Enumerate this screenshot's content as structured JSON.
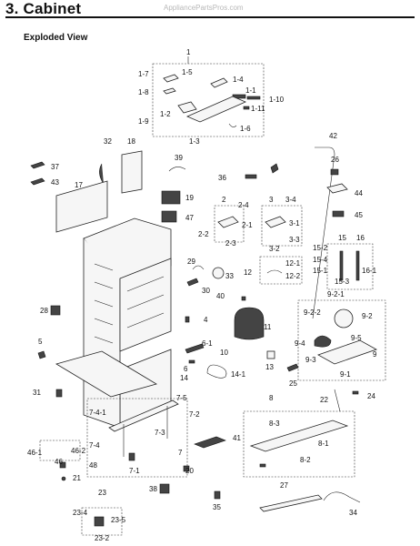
{
  "header": {
    "title": "3.  Cabinet",
    "watermark": "AppliancePartsPros.com"
  },
  "section_title": "Exploded View",
  "callouts": [
    "1",
    "1-7",
    "1-5",
    "1-4",
    "1-8",
    "1-1",
    "1-10",
    "1-2",
    "1-11",
    "1-9",
    "1-6",
    "1-3",
    "32",
    "18",
    "39",
    "42",
    "37",
    "43",
    "17",
    "26",
    "36",
    "2",
    "2-4",
    "3",
    "3-4",
    "19",
    "44",
    "47",
    "2-1",
    "3-1",
    "45",
    "2-2",
    "2-3",
    "3-2",
    "3-3",
    "15",
    "16",
    "15-2",
    "15-4",
    "15-1",
    "16-1",
    "15-3",
    "29",
    "12-1",
    "12",
    "12-2",
    "33",
    "30",
    "9-2-1",
    "28",
    "40",
    "9-2-2",
    "9-2",
    "4",
    "11",
    "10",
    "6-1",
    "9-5",
    "9-4",
    "5",
    "6",
    "13",
    "9-3",
    "9",
    "9-1",
    "14",
    "14-1",
    "25",
    "31",
    "8",
    "22",
    "24",
    "7-5",
    "7-4-1",
    "7-2",
    "8-3",
    "7-3",
    "41",
    "7-4",
    "7",
    "8-1",
    "46-1",
    "46-2",
    "46",
    "48",
    "8-2",
    "20",
    "7-1",
    "21",
    "27",
    "38",
    "23",
    "35",
    "23-4",
    "23-5",
    "34",
    "23-2"
  ]
}
